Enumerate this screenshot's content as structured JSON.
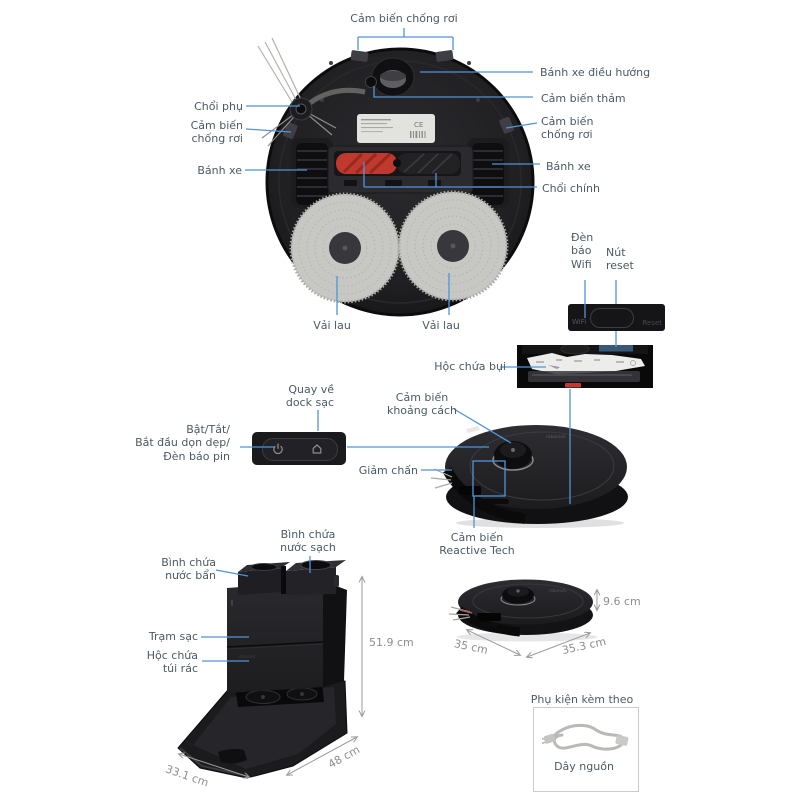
{
  "colors": {
    "label_text": "#4b5a64",
    "leader_blue": "#4f94d8",
    "dimension_gray": "#8d8d8d",
    "brush_red": "#c0392e"
  },
  "underside": {
    "drop_sensor_top": "Cảm biến chống rơi",
    "caster": "Bánh xe điều hướng",
    "carpet": "Cảm biến thảm",
    "drop_sensor_right": "Cảm biến\nchống rơi",
    "wheel_right": "Bánh xe",
    "main_brush": "Chổi chính",
    "side_brush": "Chổi phụ",
    "drop_sensor_left": "Cảm biến\nchống rơi",
    "wheel_left": "Bánh xe",
    "mop_left": "Vải lau",
    "mop_right": "Vải lau"
  },
  "module": {
    "wifi_label": "Đèn\nbáo\nWifi",
    "reset_label": "Nút\nreset",
    "wifi_engraving": "WiFi",
    "reset_engraving": "Reset",
    "dustbin_label": "Hộc chứa bụi"
  },
  "topside": {
    "dock_button": "Quay về\ndock sạc",
    "power_button": "Bật/Tắt/\nBắt đầu dọn dẹp/\nĐèn báo pin",
    "distance_sensor": "Cảm biến\nkhoảng cách",
    "bumper": "Giảm chấn",
    "reactive_sensor": "Cảm biến\nReactive Tech"
  },
  "dock": {
    "clean_tank": "Bình chứa\nnước sạch",
    "dirty_tank": "Bình chứa\nnước bẩn",
    "charger": "Trạm sạc",
    "dust_bag": "Hộc chứa\ntúi rác",
    "height": "51.9 cm",
    "depth": "48 cm",
    "width": "33.1 cm"
  },
  "robot_dims": {
    "width": "35 cm",
    "depth": "35.3 cm",
    "height": "9.6 cm"
  },
  "accessories": {
    "title": "Phụ kiện kèm theo",
    "power_cord": "Dây nguồn"
  }
}
